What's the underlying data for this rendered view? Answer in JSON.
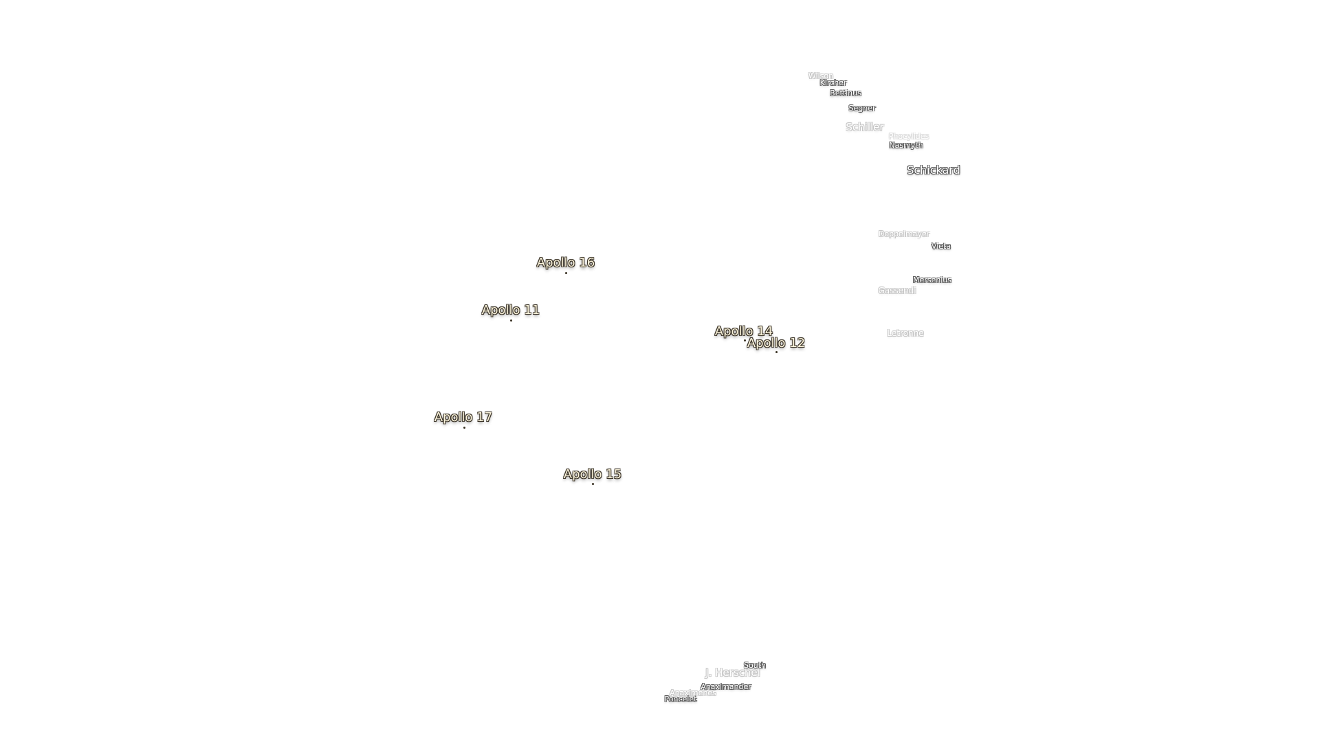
{
  "apollo_sites": [
    {
      "id": "a16",
      "label": "Apollo 16"
    },
    {
      "id": "a11",
      "label": "Apollo 11"
    },
    {
      "id": "a14",
      "label": "Apollo 14"
    },
    {
      "id": "a12",
      "label": "Apollo 12"
    },
    {
      "id": "a17",
      "label": "Apollo 17"
    },
    {
      "id": "a15",
      "label": "Apollo 15"
    }
  ],
  "craters": [
    {
      "id": "wilson",
      "label": "Wilson"
    },
    {
      "id": "kircher",
      "label": "Kircher"
    },
    {
      "id": "bettinus",
      "label": "Bettinus"
    },
    {
      "id": "segner",
      "label": "Segner"
    },
    {
      "id": "schiller",
      "label": "Schiller"
    },
    {
      "id": "phocylides",
      "label": "Phocylides"
    },
    {
      "id": "nasmyth",
      "label": "Nasmyth"
    },
    {
      "id": "schickard",
      "label": "Schickard"
    },
    {
      "id": "doppelmayer",
      "label": "Doppelmayer"
    },
    {
      "id": "vieta",
      "label": "Vieta"
    },
    {
      "id": "mersenius",
      "label": "Mersenius"
    },
    {
      "id": "gassendi",
      "label": "Gassendi"
    },
    {
      "id": "letronne",
      "label": "Letronne"
    },
    {
      "id": "south",
      "label": "South"
    },
    {
      "id": "jherschel",
      "label": "J. Herschel"
    },
    {
      "id": "anaximander",
      "label": "Anaximander"
    },
    {
      "id": "anaximenes",
      "label": "Anaximenes"
    },
    {
      "id": "poncelet",
      "label": "Poncelet"
    }
  ]
}
